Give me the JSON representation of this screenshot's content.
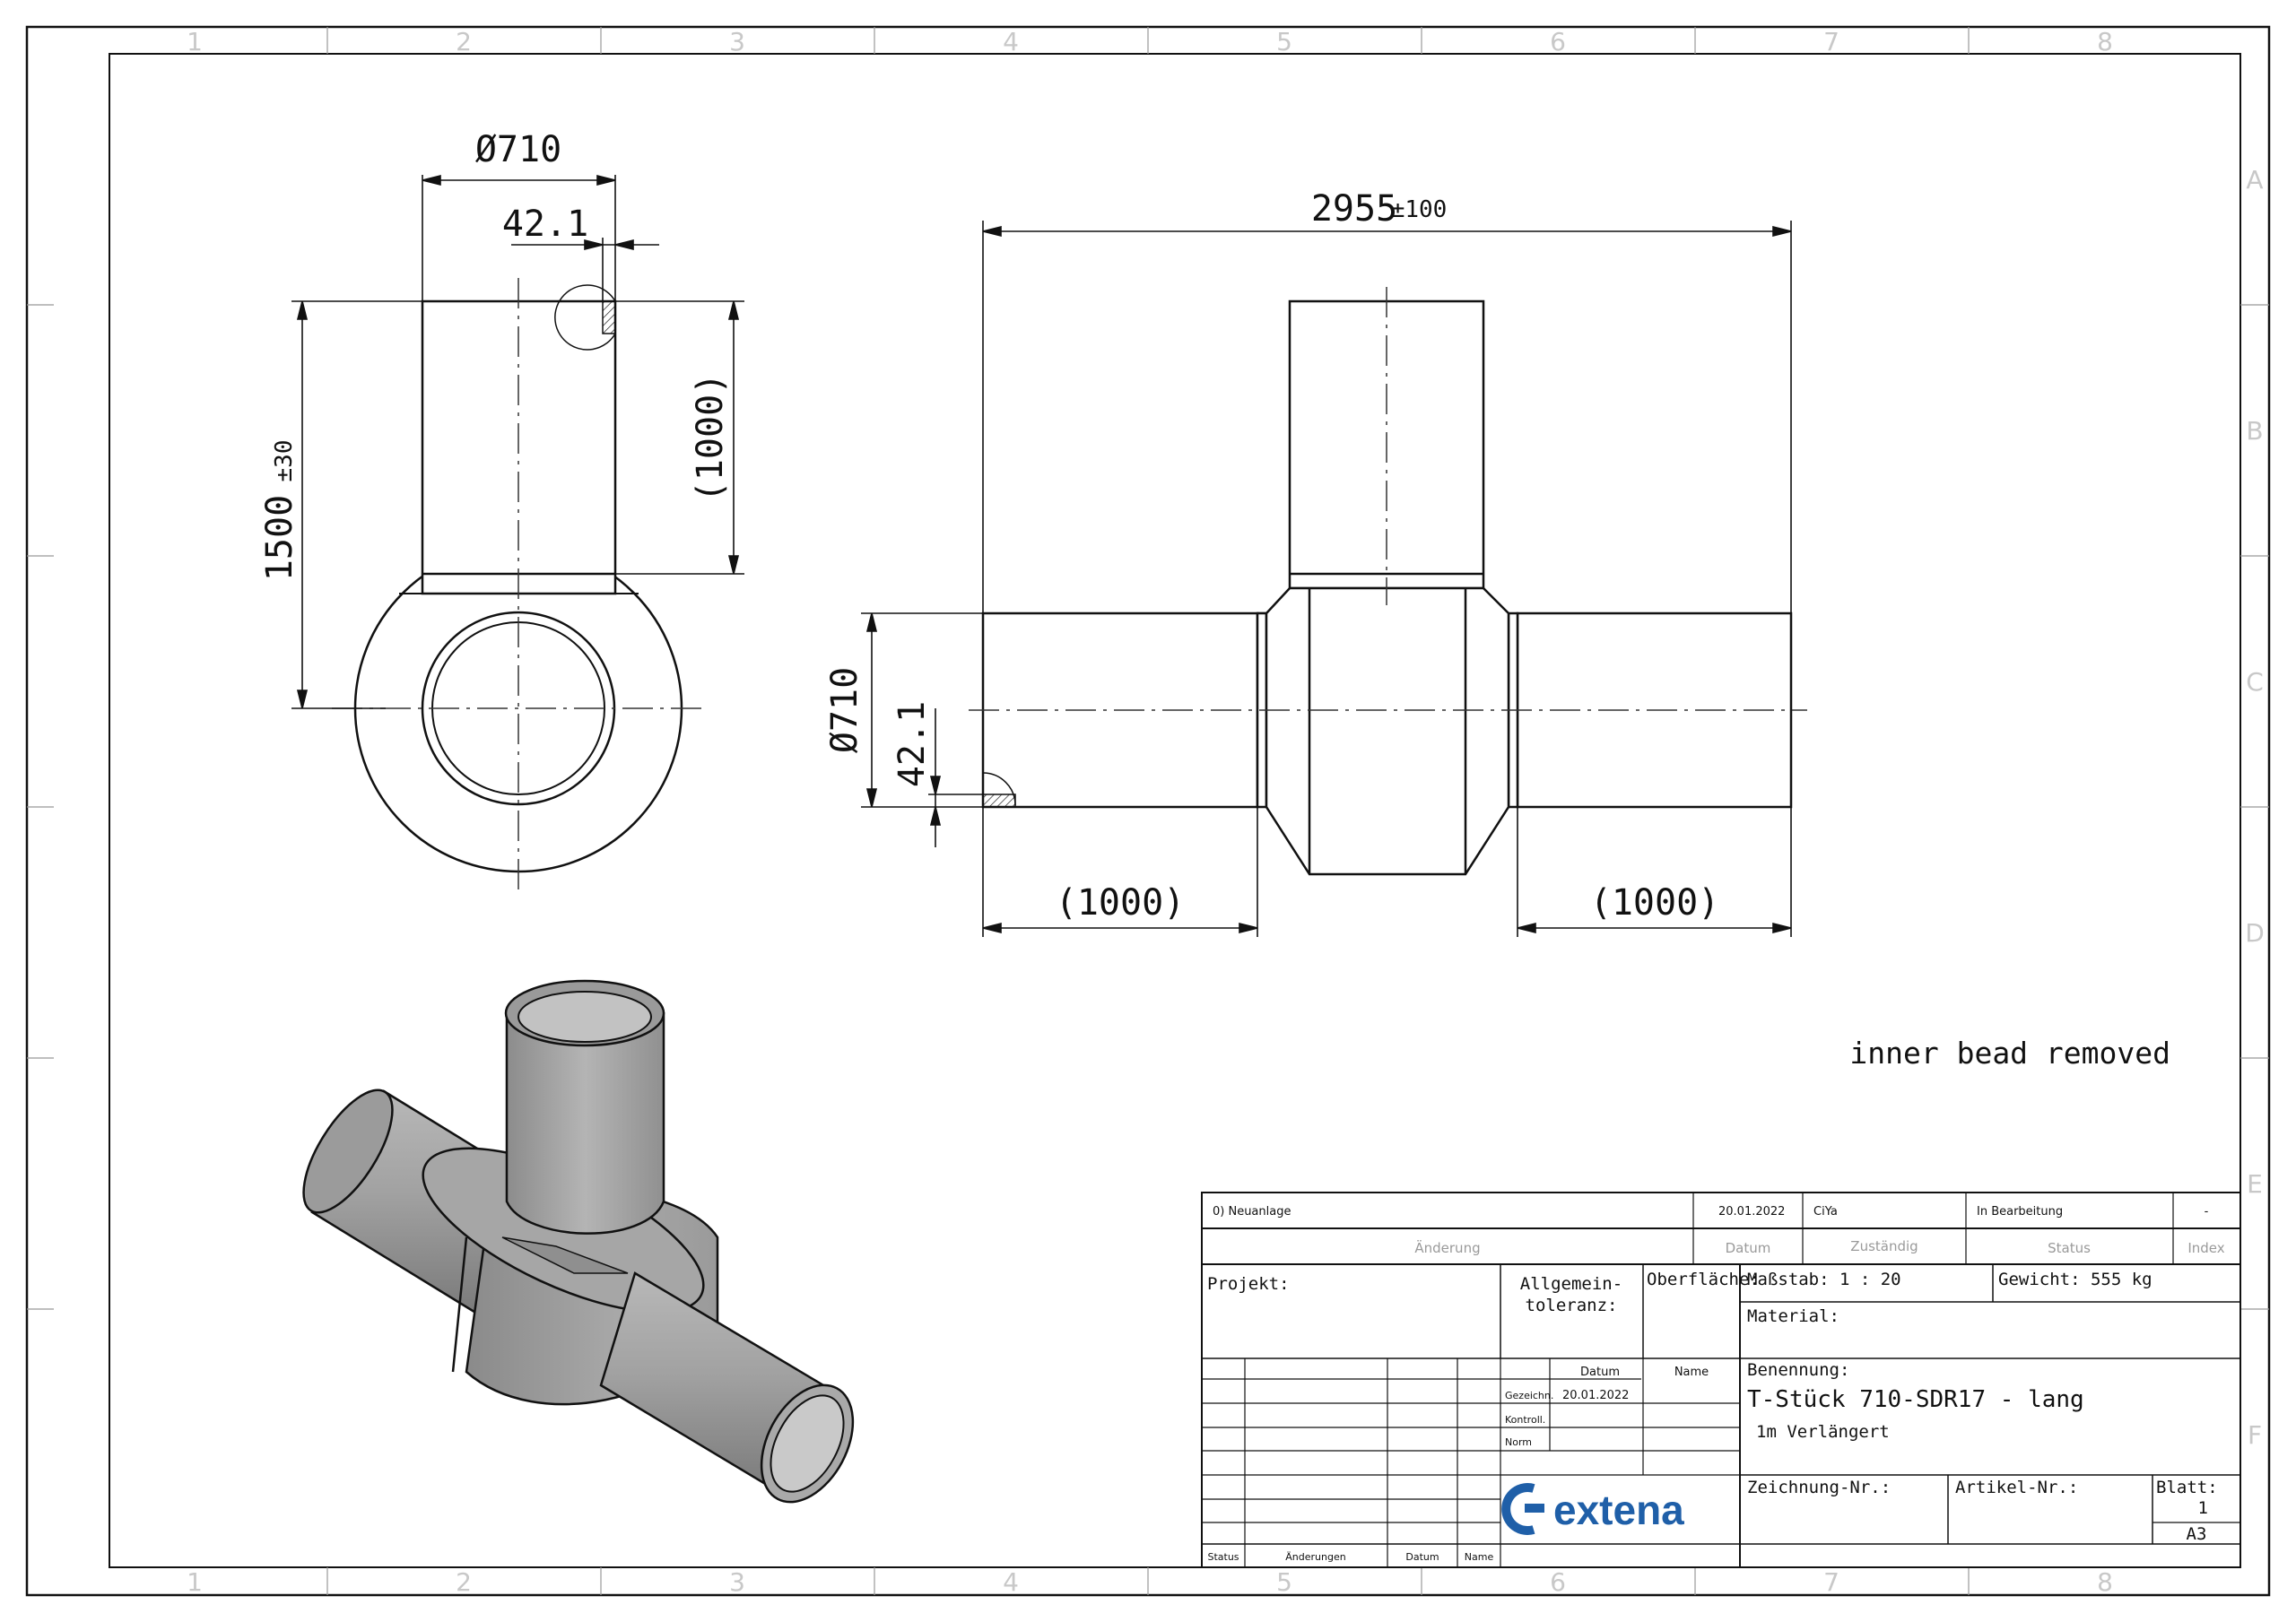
{
  "grid": {
    "columns": [
      "1",
      "2",
      "3",
      "4",
      "5",
      "6",
      "7",
      "8"
    ],
    "rows": [
      "A",
      "B",
      "C",
      "D",
      "E",
      "F"
    ]
  },
  "dimensions": {
    "side_diameter": "Ø710",
    "side_wall": "42.1",
    "side_height_main": "1500",
    "side_height_tol": "±30",
    "side_height_ref": "(1000)",
    "front_length_main": "2955",
    "front_length_tol": "±100",
    "front_diameter": "Ø710",
    "front_wall": "42.1",
    "front_left_ref": "(1000)",
    "front_right_ref": "(1000)"
  },
  "note": "inner bead removed",
  "title_block": {
    "revision": {
      "entry": "0) Neuanlage",
      "date": "20.01.2022",
      "responsible": "CiYa",
      "status": "In Bearbeitung",
      "index": "-"
    },
    "revision_headers": {
      "change": "Änderung",
      "date": "Datum",
      "responsible": "Zuständig",
      "status": "Status",
      "index": "Index"
    },
    "project_label": "Projekt:",
    "tolerance_label_1": "Allgemein-",
    "tolerance_label_2": "toleranz:",
    "surface_label": "Oberfläche:",
    "scale": "Maßstab: 1 : 20",
    "weight": "Gewicht: 555 kg",
    "material": "Material:",
    "designation_label": "Benennung:",
    "designation": "T-Stück 710-SDR17 - lang",
    "designation_sub": "1m Verlängert",
    "sign_headers": {
      "date": "Datum",
      "name": "Name"
    },
    "sign_rows": [
      "Gezeichn.",
      "Kontroll.",
      "Norm"
    ],
    "drawn_date": "20.01.2022",
    "drawing_no_label": "Zeichnung-Nr.:",
    "article_no_label": "Artikel-Nr.:",
    "sheet_label": "Blatt:",
    "sheet_no": "1",
    "format": "A3",
    "footer": {
      "status": "Status",
      "changes": "Änderungen",
      "date": "Datum",
      "name": "Name"
    },
    "company": "extena"
  }
}
